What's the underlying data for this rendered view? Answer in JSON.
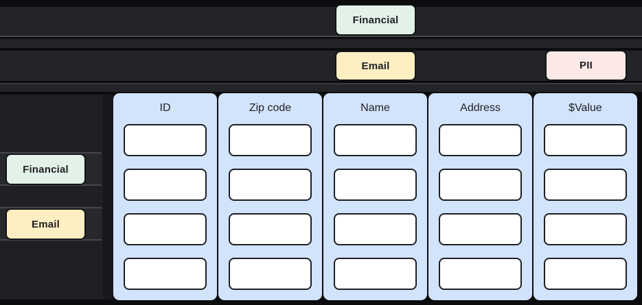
{
  "colors": {
    "financial_tag": "#e3f2e9",
    "email_tag": "#feefc3",
    "pii_tag": "#fce8e6",
    "column_panel": "#d2e3fc",
    "cell_fill": "#ffffff",
    "band": "#232428",
    "background": "#0b0c0d"
  },
  "top_tags": [
    {
      "label": "Financial",
      "type": "financial"
    },
    {
      "label": "Email",
      "type": "email"
    },
    {
      "label": "PII",
      "type": "pii"
    }
  ],
  "sidebar_tags": [
    {
      "label": "Financial",
      "type": "financial"
    },
    {
      "label": "Email",
      "type": "email"
    }
  ],
  "table": {
    "columns": [
      {
        "header": "ID"
      },
      {
        "header": "Zip code"
      },
      {
        "header": "Name"
      },
      {
        "header": "Address"
      },
      {
        "header": "$Value"
      }
    ],
    "rows_per_column": 4
  }
}
